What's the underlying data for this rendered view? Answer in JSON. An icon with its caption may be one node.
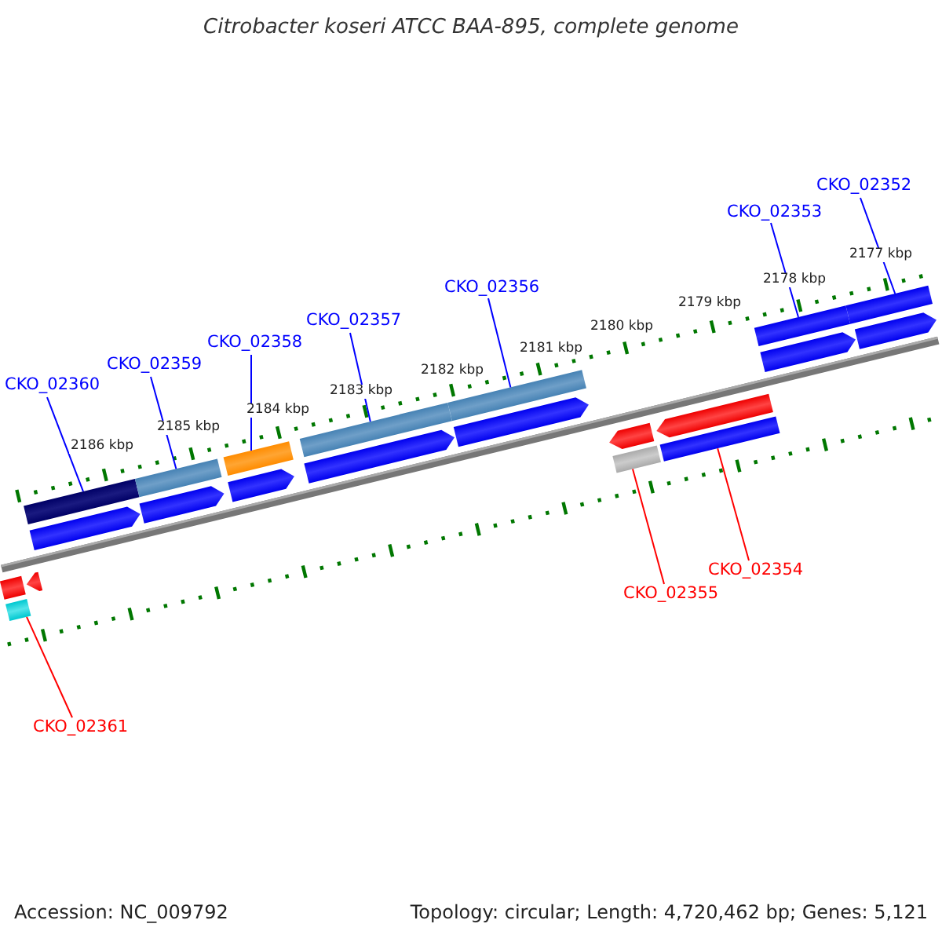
{
  "diagram": {
    "title": "Citrobacter koseri ATCC BAA-895, complete genome",
    "nodes": [
      {
        "text": [
          "CKO_02360"
        ]
      },
      {
        "text": [
          "CKO_02359"
        ]
      },
      {
        "text": [
          "CKO_02358"
        ]
      },
      {
        "text": [
          "CKO_02357"
        ]
      },
      {
        "text": [
          "CKO_02356"
        ]
      },
      {
        "text": [
          "CKO_02353"
        ]
      },
      {
        "text": [
          "CKO_02352"
        ]
      },
      {
        "text": [
          "CKO_02355"
        ]
      },
      {
        "text": [
          "CKO_02354"
        ]
      },
      {
        "text": [
          "CKO_02361"
        ]
      },
      {
        "text": [],
        "shape": "bar"
      },
      {
        "text": [],
        "shape": "bar"
      },
      {
        "text": [],
        "shape": "bar"
      },
      {
        "text": [],
        "shape": "bar"
      },
      {
        "text": [],
        "shape": "bar"
      },
      {
        "text": [],
        "shape": "bar"
      },
      {
        "text": [],
        "shape": "bar"
      },
      {
        "text": [],
        "shape": "pentagon"
      },
      {
        "text": [],
        "shape": "pentagon"
      },
      {
        "text": [],
        "shape": "pentagon"
      },
      {
        "text": [],
        "shape": "pentagon"
      },
      {
        "text": [],
        "shape": "pentagon"
      },
      {
        "text": [],
        "shape": "pentagon"
      },
      {
        "text": [],
        "shape": "pentagon"
      },
      {
        "text": [],
        "shape": "bar"
      },
      {
        "text": [],
        "shape": "pentagon"
      },
      {
        "text": [],
        "shape": "pentagon"
      },
      {
        "text": [],
        "shape": "pentagon"
      },
      {
        "text": [],
        "shape": "bar"
      },
      {
        "text": [],
        "shape": "bar"
      },
      {
        "text": [],
        "shape": "bar"
      }
    ],
    "edges": [
      {
        "from": 0,
        "to": 10,
        "arrow": "none"
      },
      {
        "from": 1,
        "to": 11,
        "arrow": "none"
      },
      {
        "from": 2,
        "to": 12,
        "arrow": "none"
      },
      {
        "from": 3,
        "to": 13,
        "arrow": "none"
      },
      {
        "from": 4,
        "to": 14,
        "arrow": "none"
      },
      {
        "from": 5,
        "to": 15,
        "arrow": "none"
      },
      {
        "from": 6,
        "to": 16,
        "arrow": "none"
      },
      {
        "from": 7,
        "to": 29,
        "arrow": "none",
        "color": "#ff0000"
      },
      {
        "from": 8,
        "to": 30,
        "arrow": "none",
        "color": "#ff0000"
      },
      {
        "from": 9,
        "to": 28,
        "arrow": "none",
        "color": "#ff0000"
      }
    ],
    "labels": [
      "2177 kbp",
      "2178 kbp",
      "2179 kbp",
      "2180 kbp",
      "2181 kbp",
      "2182 kbp",
      "2183 kbp",
      "2184 kbp",
      "2185 kbp",
      "2186 kbp",
      "Accession: NC_009792",
      "Topology: circular; Length: 4,720,462 bp; Genes: 5,121"
    ]
  }
}
